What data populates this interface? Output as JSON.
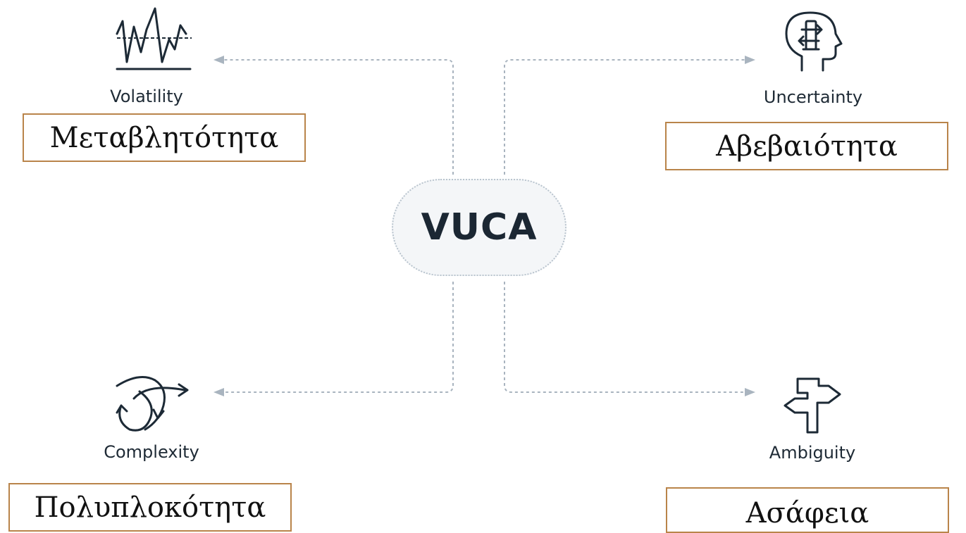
{
  "center": {
    "label": "VUCA"
  },
  "quadrants": {
    "volatility": {
      "label": "Volatility",
      "greek": "Μεταβλητότητα",
      "icon": "volatility-zigzag-icon"
    },
    "uncertainty": {
      "label": "Uncertainty",
      "greek": "Αβεβαιότητα",
      "icon": "head-question-icon"
    },
    "complexity": {
      "label": "Complexity",
      "greek": "Πολυπλοκότητα",
      "icon": "tangled-arrows-icon"
    },
    "ambiguity": {
      "label": "Ambiguity",
      "greek": "Ασάφεια",
      "icon": "signpost-icon"
    }
  },
  "colors": {
    "box_border": "#b9844a",
    "connector": "#a9b4bf",
    "text": "#1e2a35",
    "pill_fill": "#f4f6f8"
  }
}
